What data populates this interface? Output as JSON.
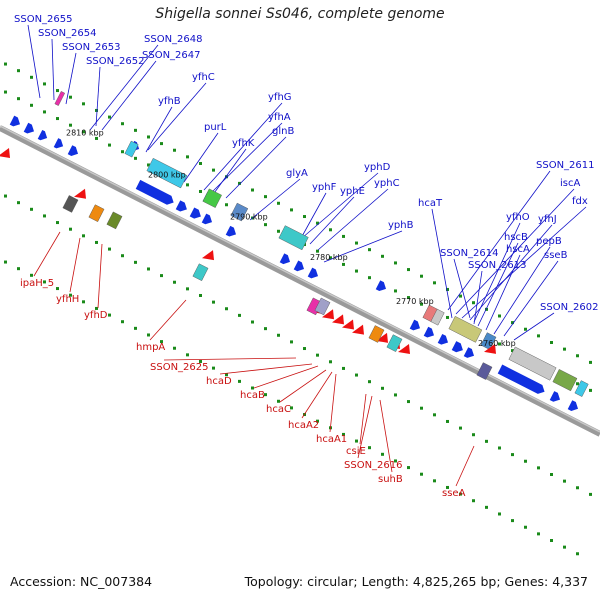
{
  "title": "Shigella sonnei Ss046, complete genome",
  "footer": {
    "accession": "Accession: NC_007384",
    "summary": "Topology: circular; Length: 4,825,265 bp; Genes: 4,337"
  },
  "colors": {
    "forward_label": "#1010c8",
    "reverse_label": "#c81010",
    "forward_gene": "#1030e0",
    "reverse_gene": "#ee1111",
    "backbone": "#8a8a8a",
    "tick": "#1a8a1a"
  },
  "kbp_ticks": [
    "2810 kbp",
    "2800 kbp",
    "2790 kbp",
    "2780 kbp",
    "2770 kbp",
    "2760 kbp"
  ],
  "top_labels": [
    "SSON_2655",
    "SSON_2654",
    "SSON_2653",
    "SSON_2652",
    "SSON_2648",
    "SSON_2647",
    "yfhC",
    "yfhB",
    "purL",
    "yfhG",
    "yfhA",
    "yfhK",
    "glnB",
    "glyA",
    "yphD",
    "yphF",
    "yphE",
    "yphC",
    "yphB",
    "hcaT",
    "SSON_2611",
    "iscA",
    "fdx",
    "yfhJ",
    "yfhO",
    "hscB",
    "hscA",
    "pepB",
    "SSON_2614",
    "SSON_2613",
    "sseB",
    "SSON_2602"
  ],
  "bottom_labels": [
    "ipaH_5",
    "yfhH",
    "yfhD",
    "hmpA",
    "SSON_2625",
    "hcaD",
    "hcaB",
    "hcaC",
    "hcaA2",
    "hcaA1",
    "csiE",
    "SSON_2616",
    "suhB",
    "sseA"
  ]
}
